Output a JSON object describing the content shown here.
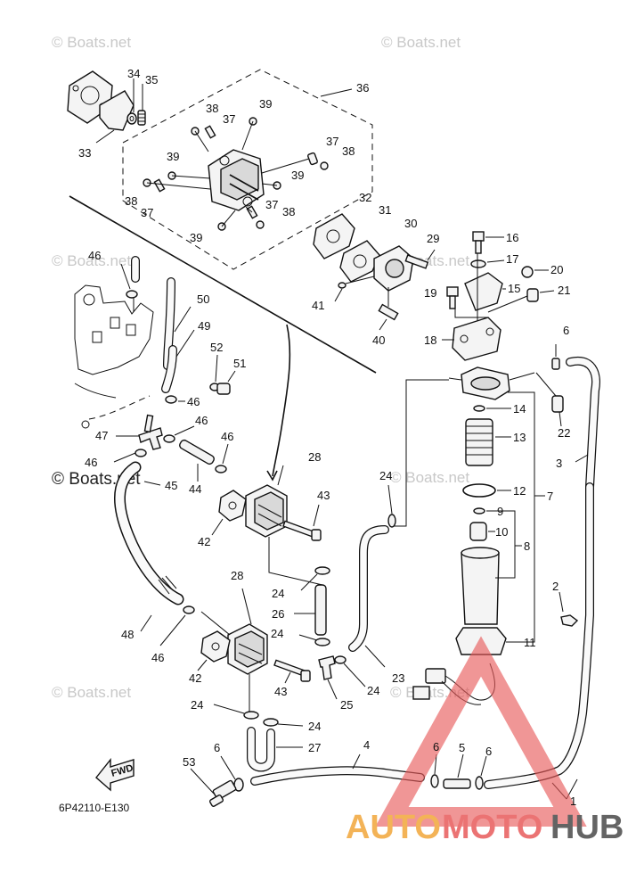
{
  "watermark": {
    "text": "© Boats.net",
    "color": "#c8c8c8"
  },
  "diagram_code": "6P42110-E130",
  "fwd_label": "FWD",
  "brand": {
    "part1": "AUTO",
    "part2": "MOTO",
    "part3": "HUB",
    "colors": {
      "orange": "#f1a63a",
      "red": "#e85b5b",
      "dark": "#4a4a4a"
    }
  },
  "callouts": [
    {
      "id": "c34",
      "label": "34"
    },
    {
      "id": "c35",
      "label": "35"
    },
    {
      "id": "c36",
      "label": "36"
    },
    {
      "id": "c33",
      "label": "33"
    },
    {
      "id": "c39a",
      "label": "39"
    },
    {
      "id": "c38a",
      "label": "38"
    },
    {
      "id": "c37a",
      "label": "37"
    },
    {
      "id": "c37b",
      "label": "37"
    },
    {
      "id": "c38b",
      "label": "38"
    },
    {
      "id": "c39b",
      "label": "39"
    },
    {
      "id": "c39c",
      "label": "39"
    },
    {
      "id": "c38c",
      "label": "38"
    },
    {
      "id": "c37c",
      "label": "37"
    },
    {
      "id": "c37d",
      "label": "37"
    },
    {
      "id": "c38d",
      "label": "38"
    },
    {
      "id": "c39d",
      "label": "39"
    },
    {
      "id": "c32",
      "label": "32"
    },
    {
      "id": "c31",
      "label": "31"
    },
    {
      "id": "c30",
      "label": "30"
    },
    {
      "id": "c29",
      "label": "29"
    },
    {
      "id": "c16",
      "label": "16"
    },
    {
      "id": "c17",
      "label": "17"
    },
    {
      "id": "c20",
      "label": "20"
    },
    {
      "id": "c19",
      "label": "19"
    },
    {
      "id": "c15",
      "label": "15"
    },
    {
      "id": "c21",
      "label": "21"
    },
    {
      "id": "c41",
      "label": "41"
    },
    {
      "id": "c40",
      "label": "40"
    },
    {
      "id": "c18",
      "label": "18"
    },
    {
      "id": "c6a",
      "label": "6"
    },
    {
      "id": "c46a",
      "label": "46"
    },
    {
      "id": "c50",
      "label": "50"
    },
    {
      "id": "c49",
      "label": "49"
    },
    {
      "id": "c52",
      "label": "52"
    },
    {
      "id": "c51",
      "label": "51"
    },
    {
      "id": "c46b",
      "label": "46"
    },
    {
      "id": "c46c",
      "label": "46"
    },
    {
      "id": "c47",
      "label": "47"
    },
    {
      "id": "c46d",
      "label": "46"
    },
    {
      "id": "c46e",
      "label": "46"
    },
    {
      "id": "c14",
      "label": "14"
    },
    {
      "id": "c13",
      "label": "13"
    },
    {
      "id": "c22",
      "label": "22"
    },
    {
      "id": "c3",
      "label": "3"
    },
    {
      "id": "c28a",
      "label": "28"
    },
    {
      "id": "c45",
      "label": "45"
    },
    {
      "id": "c44",
      "label": "44"
    },
    {
      "id": "c24a",
      "label": "24"
    },
    {
      "id": "c43a",
      "label": "43"
    },
    {
      "id": "c12",
      "label": "12"
    },
    {
      "id": "c7",
      "label": "7"
    },
    {
      "id": "c9",
      "label": "9"
    },
    {
      "id": "c42a",
      "label": "42"
    },
    {
      "id": "c10",
      "label": "10"
    },
    {
      "id": "c8",
      "label": "8"
    },
    {
      "id": "c24b",
      "label": "24"
    },
    {
      "id": "c2",
      "label": "2"
    },
    {
      "id": "c28b",
      "label": "28"
    },
    {
      "id": "c26",
      "label": "26"
    },
    {
      "id": "c48",
      "label": "48"
    },
    {
      "id": "c24c",
      "label": "24"
    },
    {
      "id": "c11",
      "label": "11"
    },
    {
      "id": "c46f",
      "label": "46"
    },
    {
      "id": "c42b",
      "label": "42"
    },
    {
      "id": "c23",
      "label": "23"
    },
    {
      "id": "c24d",
      "label": "24"
    },
    {
      "id": "c43b",
      "label": "43"
    },
    {
      "id": "c24e",
      "label": "24"
    },
    {
      "id": "c25",
      "label": "25"
    },
    {
      "id": "c24f",
      "label": "24"
    },
    {
      "id": "c27",
      "label": "27"
    },
    {
      "id": "c4",
      "label": "4"
    },
    {
      "id": "c6b",
      "label": "6"
    },
    {
      "id": "c53",
      "label": "53"
    },
    {
      "id": "c6c",
      "label": "6"
    },
    {
      "id": "c5",
      "label": "5"
    },
    {
      "id": "c6d",
      "label": "6"
    },
    {
      "id": "c1",
      "label": "1"
    }
  ]
}
